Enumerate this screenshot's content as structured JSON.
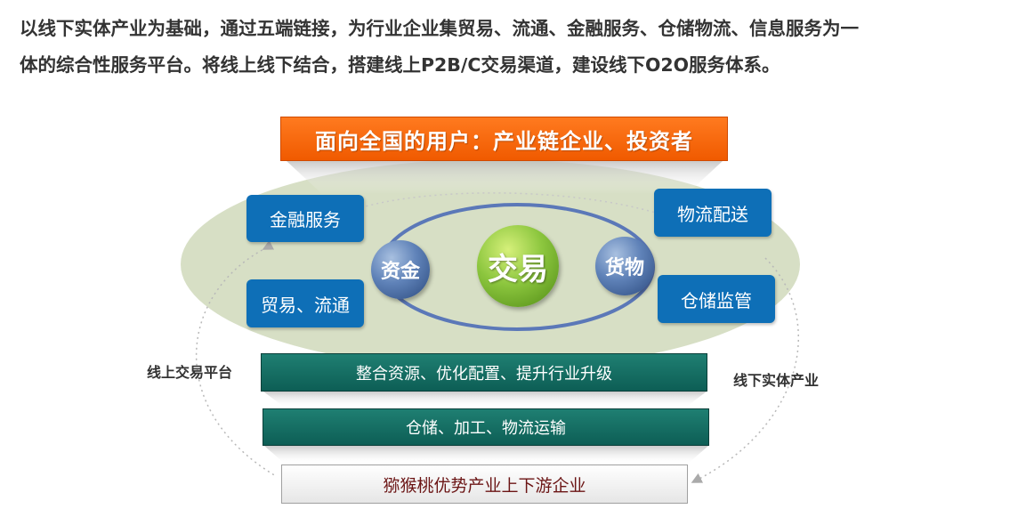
{
  "intro": {
    "line1": "以线下实体产业为基础，通过五端链接，为行业企业集贸易、流通、金融服务、仓储物流、信息服务为一",
    "line2": "体的综合性服务平台。将线上线下结合，搭建线上P2B/C交易渠道，建设线下O2O服务体系。"
  },
  "diagram": {
    "banner": "面向全国的用户：产业链企业、投资者",
    "left_boxes": [
      "金融服务",
      "贸易、流通"
    ],
    "right_boxes": [
      "物流配送",
      "仓储监管"
    ],
    "center": "交易",
    "left_bubble": "资金",
    "right_bubble": "货物",
    "online_label": "线上交易平台",
    "offline_label": "线下实体产业",
    "layer1": "整合资源、优化配置、提升行业升级",
    "layer2": "仓储、加工、物流运输",
    "foundation": "猕猴桃优势产业上下游企业"
  },
  "colors": {
    "banner": "#f56a0a",
    "blue_box": "#0e6fb7",
    "ellipse_bg": "#d7dfc5",
    "teal": "#16705f",
    "center_green": "#8cc63e",
    "ring": "#5b78b8"
  }
}
